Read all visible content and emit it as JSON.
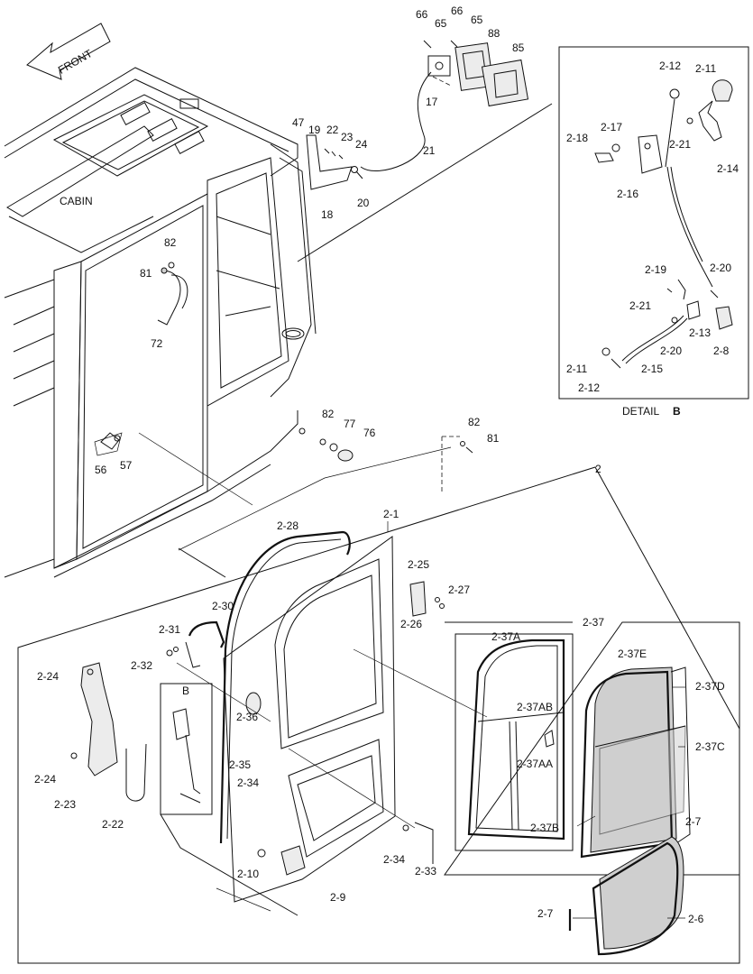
{
  "diagram": {
    "front_label": "FRONT",
    "cabin_label": "CABIN",
    "detail_title": "DETAIL",
    "detail_letter": "B",
    "detail_ref_letter": "B",
    "callouts": {
      "c66a": "66",
      "c65a": "65",
      "c66b": "66",
      "c65b": "65",
      "c88": "88",
      "c85": "85",
      "c17": "17",
      "c21": "21",
      "c47": "47",
      "c19": "19",
      "c22": "22",
      "c23": "23",
      "c24": "24",
      "c18": "18",
      "c20": "20",
      "c82a": "82",
      "c81a": "81",
      "c72": "72",
      "c56": "56",
      "c57": "57",
      "c82b": "82",
      "c77": "77",
      "c76": "76",
      "c82c": "82",
      "c81b": "81",
      "c2": "2",
      "c2_28": "2-28",
      "c2_1": "2-1",
      "c2_25": "2-25",
      "c2_27": "2-27",
      "c2_26": "2-26",
      "c2_37": "2-37",
      "c2_30": "2-30",
      "c2_31": "2-31",
      "c2_32": "2-32",
      "c2_24a": "2-24",
      "c2_24b": "2-24",
      "c2_23": "2-23",
      "c2_22": "2-22",
      "c2_36": "2-36",
      "c2_35": "2-35",
      "c2_34a": "2-34",
      "c2_34b": "2-34",
      "c2_33": "2-33",
      "c2_10": "2-10",
      "c2_9": "2-9",
      "c2_37A": "2-37A",
      "c2_37AB": "2-37AB",
      "c2_37AA": "2-37AA",
      "c2_37E": "2-37E",
      "c2_37D": "2-37D",
      "c2_37C": "2-37C",
      "c2_37B": "2-37B",
      "c2_7a": "2-7",
      "c2_7b": "2-7",
      "c2_6": "2-6",
      "d2_12a": "2-12",
      "d2_11a": "2-11",
      "d2_17": "2-17",
      "d2_18": "2-18",
      "d2_21a": "2-21",
      "d2_14": "2-14",
      "d2_16": "2-16",
      "d2_19": "2-19",
      "d2_20a": "2-20",
      "d2_21b": "2-21",
      "d2_13": "2-13",
      "d2_20b": "2-20",
      "d2_8": "2-8",
      "d2_11b": "2-11",
      "d2_15": "2-15",
      "d2_12b": "2-12"
    }
  }
}
